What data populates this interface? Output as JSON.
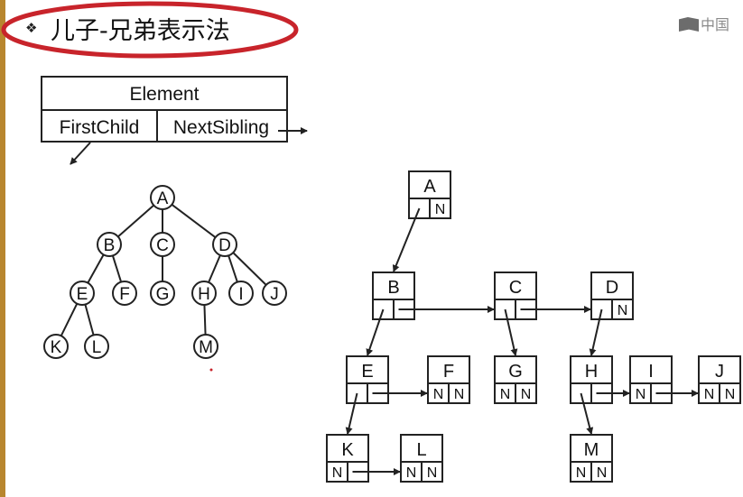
{
  "title": {
    "bullet": "❖",
    "text": "儿子-兄弟表示法"
  },
  "logo": {
    "text": "中国"
  },
  "legend": {
    "element_label": "Element",
    "first_child_label": "FirstChild",
    "next_sibling_label": "NextSibling"
  },
  "general_tree": {
    "nodes": [
      "A",
      "B",
      "C",
      "D",
      "E",
      "F",
      "G",
      "H",
      "I",
      "J",
      "K",
      "L",
      "M"
    ]
  },
  "binary_tree": {
    "null_marker": "N",
    "nodes": [
      {
        "id": "A",
        "fc": true,
        "ns": false
      },
      {
        "id": "B",
        "fc": true,
        "ns": true
      },
      {
        "id": "C",
        "fc": true,
        "ns": true
      },
      {
        "id": "D",
        "fc": true,
        "ns": false
      },
      {
        "id": "E",
        "fc": true,
        "ns": true
      },
      {
        "id": "F",
        "fc": false,
        "ns": false
      },
      {
        "id": "G",
        "fc": false,
        "ns": false
      },
      {
        "id": "H",
        "fc": true,
        "ns": true
      },
      {
        "id": "I",
        "fc": false,
        "ns": true
      },
      {
        "id": "J",
        "fc": false,
        "ns": false
      },
      {
        "id": "K",
        "fc": false,
        "ns": true
      },
      {
        "id": "L",
        "fc": false,
        "ns": false
      },
      {
        "id": "M",
        "fc": false,
        "ns": false
      }
    ]
  },
  "colors": {
    "title_ellipse": "#c8242b",
    "left_bar": "#b8862e",
    "stroke": "#222222"
  }
}
